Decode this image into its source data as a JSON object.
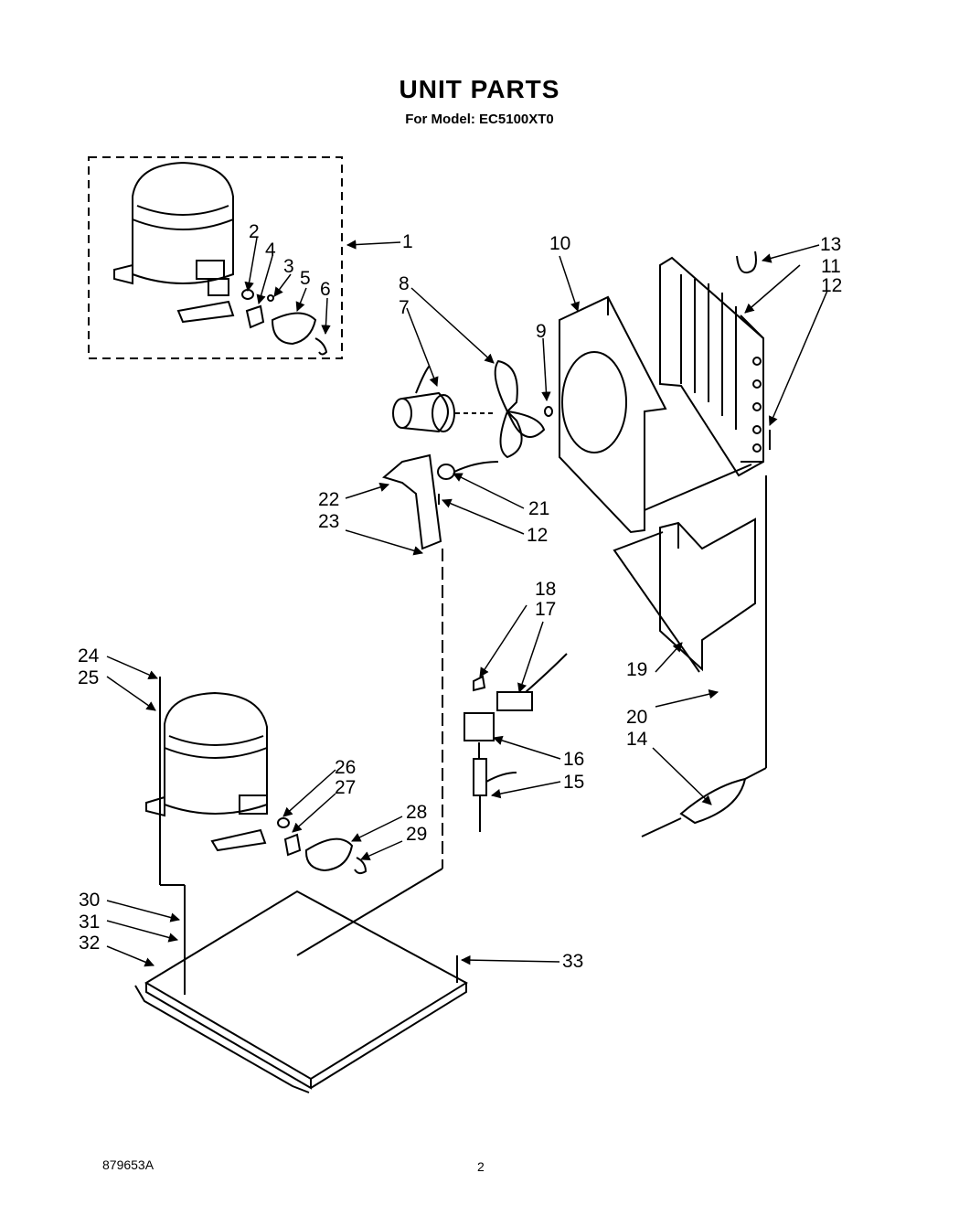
{
  "title": "UNIT PARTS",
  "subtitle": "For Model: EC5100XT0",
  "footer": {
    "part_number": "879653A",
    "page": "2"
  },
  "callouts": [
    "1",
    "2",
    "3",
    "4",
    "5",
    "6",
    "7",
    "8",
    "9",
    "10",
    "11",
    "12",
    "12",
    "13",
    "14",
    "15",
    "16",
    "17",
    "18",
    "19",
    "20",
    "21",
    "22",
    "23",
    "24",
    "25",
    "26",
    "27",
    "28",
    "29",
    "30",
    "31",
    "32",
    "33"
  ]
}
